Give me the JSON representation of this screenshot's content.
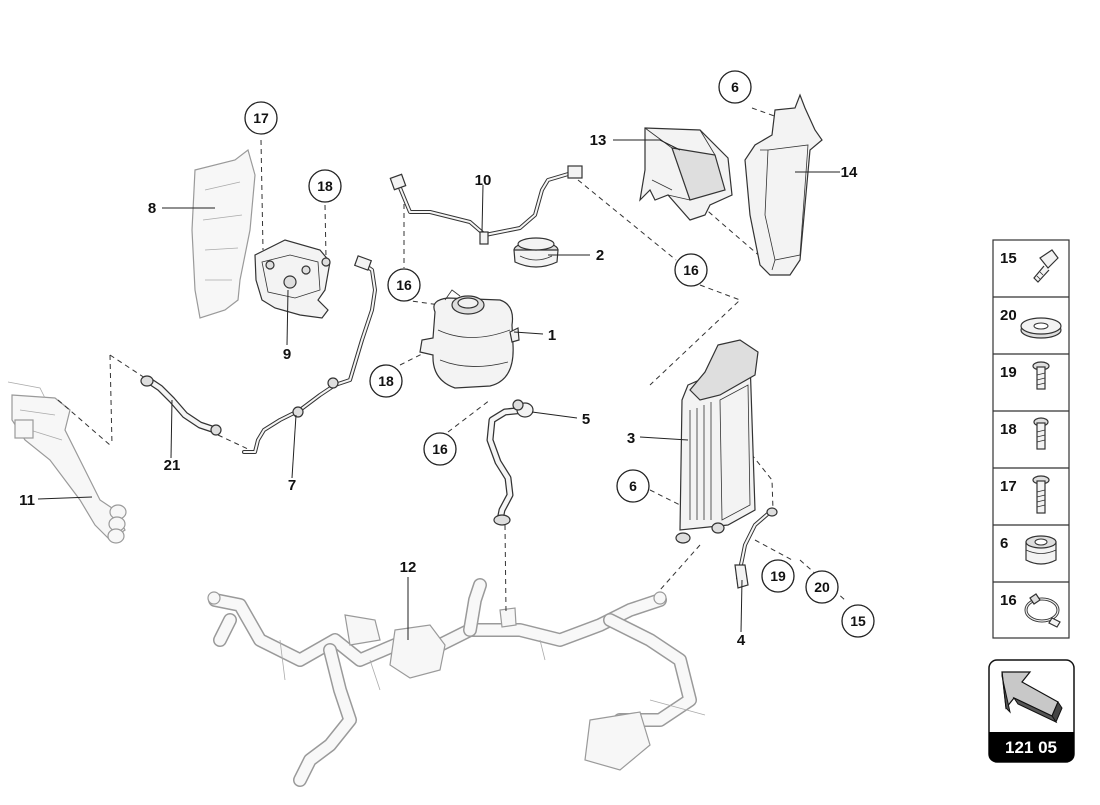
{
  "diagram": {
    "callouts": [
      {
        "id": "c6a",
        "label": "6"
      },
      {
        "id": "c17",
        "label": "17"
      },
      {
        "id": "c18a",
        "label": "18"
      },
      {
        "id": "c16a",
        "label": "16"
      },
      {
        "id": "c16b",
        "label": "16"
      },
      {
        "id": "c18b",
        "label": "18"
      },
      {
        "id": "c16c",
        "label": "16"
      },
      {
        "id": "c6b",
        "label": "6"
      },
      {
        "id": "c19",
        "label": "19"
      },
      {
        "id": "c20",
        "label": "20"
      },
      {
        "id": "c15",
        "label": "15"
      }
    ],
    "part_labels": [
      {
        "id": "p13",
        "label": "13"
      },
      {
        "id": "p14",
        "label": "14"
      },
      {
        "id": "p10",
        "label": "10"
      },
      {
        "id": "p2",
        "label": "2"
      },
      {
        "id": "p8",
        "label": "8"
      },
      {
        "id": "p9",
        "label": "9"
      },
      {
        "id": "p1",
        "label": "1"
      },
      {
        "id": "p5",
        "label": "5"
      },
      {
        "id": "p3",
        "label": "3"
      },
      {
        "id": "p21",
        "label": "21"
      },
      {
        "id": "p7",
        "label": "7"
      },
      {
        "id": "p11",
        "label": "11"
      },
      {
        "id": "p12",
        "label": "12"
      },
      {
        "id": "p4",
        "label": "4"
      }
    ]
  },
  "legend": {
    "items": [
      {
        "number": "15",
        "icon": "screw-icon"
      },
      {
        "number": "20",
        "icon": "washer-icon"
      },
      {
        "number": "19",
        "icon": "bolt-icon"
      },
      {
        "number": "18",
        "icon": "bolt-icon"
      },
      {
        "number": "17",
        "icon": "bolt-icon"
      },
      {
        "number": "6",
        "icon": "grommet-icon"
      },
      {
        "number": "16",
        "icon": "hose-clamp-icon"
      }
    ]
  },
  "navigation": {
    "arrow_icon": "arrow-up-left-icon",
    "page_code": "121 05"
  },
  "colors": {
    "line": "#333333",
    "part_fill": "#f3f3f3",
    "ghost_part": "#9a9a9a",
    "page_code_bg": "#000000",
    "page_code_text": "#ffffff"
  }
}
